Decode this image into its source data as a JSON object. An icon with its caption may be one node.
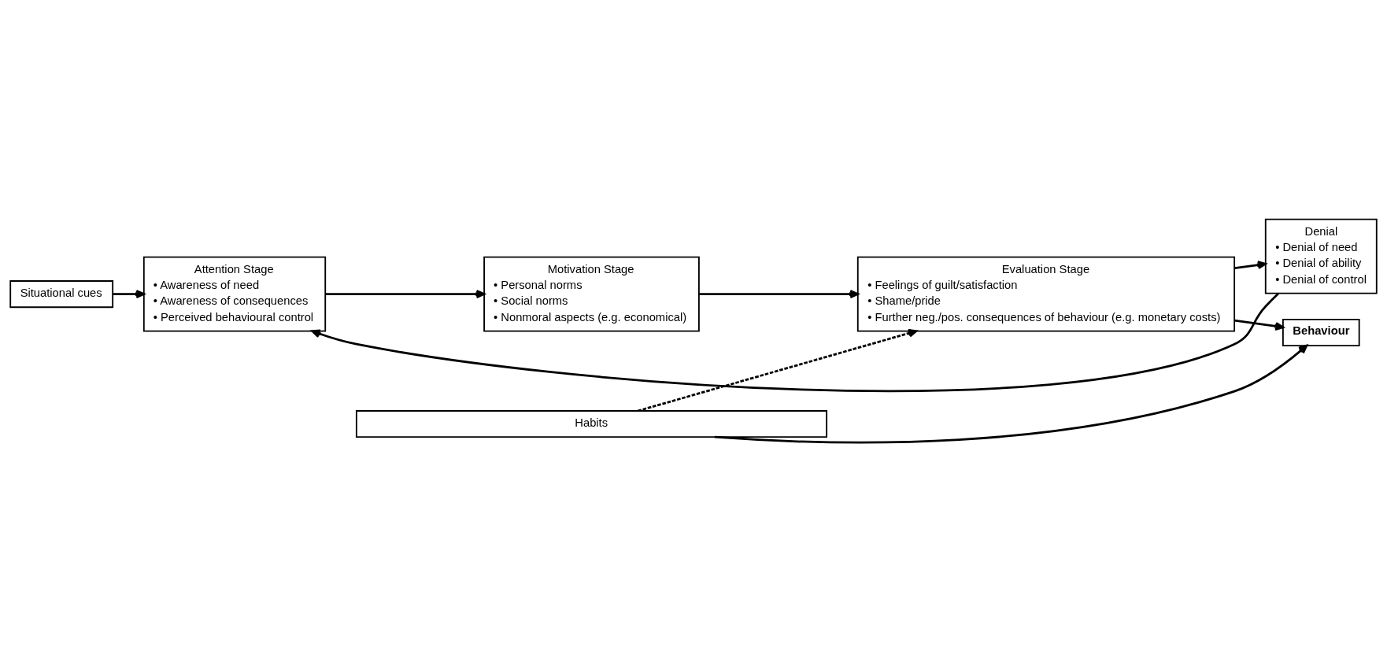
{
  "diagram": {
    "nodes": [
      {
        "text": [
          "Situational cues"
        ]
      },
      {
        "text": [
          "Attention Stage",
          "• Awareness of need",
          "• Awareness of consequences",
          "• Perceived behavioural control"
        ]
      },
      {
        "text": [
          "Motivation Stage",
          "• Personal norms",
          "• Social norms",
          "• Nonmoral aspects (e.g. economical)"
        ]
      },
      {
        "text": [
          "Evaluation Stage",
          "• Feelings of guilt/satisfaction",
          "• Shame/pride",
          "• Further neg./pos. consequences of behaviour (e.g. monetary costs)"
        ]
      },
      {
        "text": [
          "Denial",
          "• Denial of need",
          "• Denial of ability",
          "• Denial of control"
        ]
      },
      {
        "text": [
          "Behaviour"
        ]
      },
      {
        "text": [
          "Habits"
        ]
      }
    ],
    "edges": [
      {
        "from": 0,
        "to": 1,
        "arrow": "to"
      },
      {
        "from": 1,
        "to": 2,
        "arrow": "to"
      },
      {
        "from": 2,
        "to": 3,
        "arrow": "to"
      },
      {
        "from": 3,
        "to": 4,
        "arrow": "to"
      },
      {
        "from": 3,
        "to": 5,
        "arrow": "to"
      },
      {
        "from": 4,
        "to": 1,
        "arrow": "to"
      },
      {
        "from": 6,
        "to": 3,
        "arrow": "to",
        "style": "dashed"
      },
      {
        "from": 6,
        "to": 5,
        "arrow": "to"
      }
    ]
  }
}
